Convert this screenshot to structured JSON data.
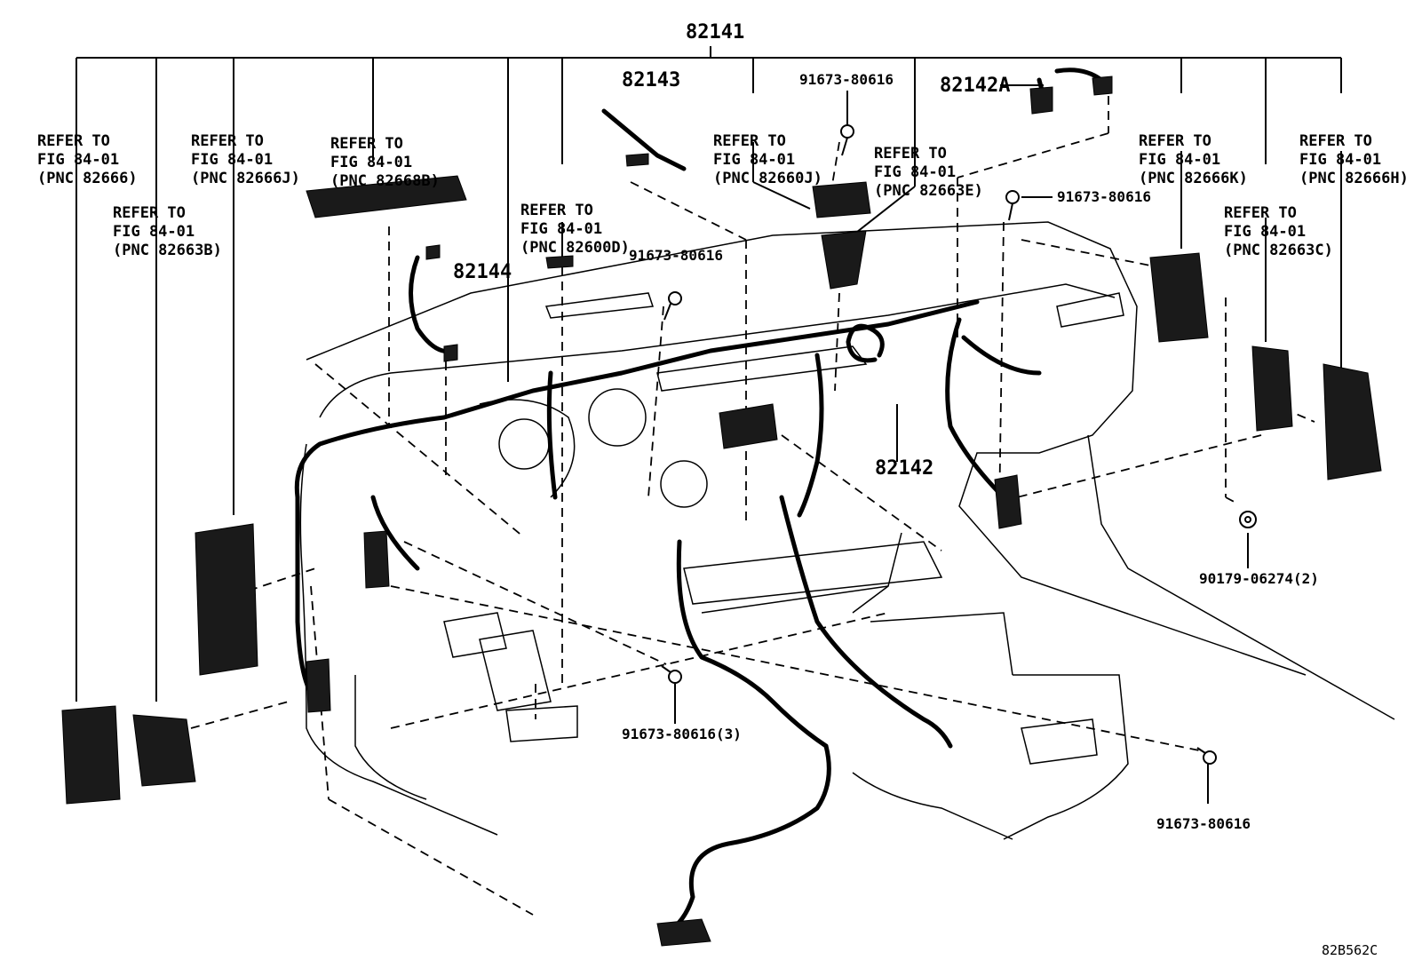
{
  "diagram": {
    "main_part": "82141",
    "parts": {
      "p82143": "82143",
      "p82144": "82144",
      "p82142": "82142",
      "p82142A": "82142A"
    },
    "refs": [
      {
        "line1": "REFER TO",
        "line2": "FIG 84-01",
        "line3": "(PNC 82666)"
      },
      {
        "line1": "REFER TO",
        "line2": "FIG 84-01",
        "line3": "(PNC 82663B)"
      },
      {
        "line1": "REFER TO",
        "line2": "FIG 84-01",
        "line3": "(PNC 82666J)"
      },
      {
        "line1": "REFER TO",
        "line2": "FIG 84-01",
        "line3": "(PNC 82668B)"
      },
      {
        "line1": "REFER TO",
        "line2": "FIG 84-01",
        "line3": "(PNC 82600D)"
      },
      {
        "line1": "REFER TO",
        "line2": "FIG 84-01",
        "line3": "(PNC 82660J)"
      },
      {
        "line1": "REFER TO",
        "line2": "FIG 84-01",
        "line3": "(PNC 82663E)"
      },
      {
        "line1": "REFER TO",
        "line2": "FIG 84-01",
        "line3": "(PNC 82666K)"
      },
      {
        "line1": "REFER TO",
        "line2": "FIG 84-01",
        "line3": "(PNC 82663C)"
      },
      {
        "line1": "REFER TO",
        "line2": "FIG 84-01",
        "line3": "(PNC 82666H)"
      }
    ],
    "fasteners": {
      "f1": "91673-80616",
      "f2": "91673-80616",
      "f3": "91673-80616",
      "f4": "91673-80616(3)",
      "f5": "91673-80616",
      "clip": "90179-06274(2)"
    },
    "figure_code": "82B562C"
  }
}
